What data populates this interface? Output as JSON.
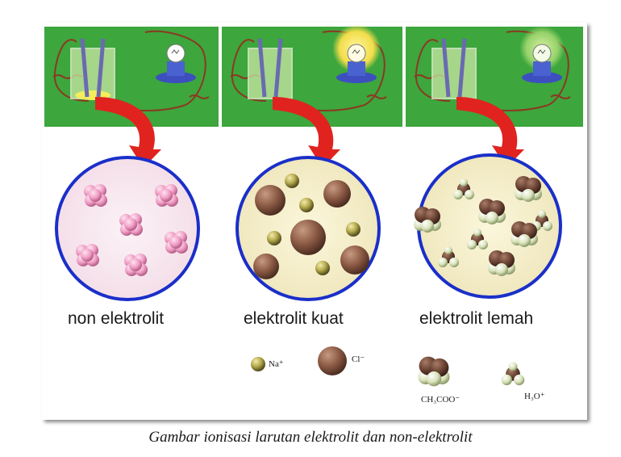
{
  "panels": [
    {
      "label": "non elektrolit",
      "bulb_color": "#3fa23f",
      "glow": false
    },
    {
      "label": "elektrolit kuat",
      "bulb_color": "#f2e25a",
      "glow": true
    },
    {
      "label": "elektrolit lemah",
      "bulb_color": "#8fd36a",
      "glow": true
    }
  ],
  "legend": {
    "na": "Na⁺",
    "cl": "Cl⁻",
    "acetate": "CH₃COO⁻",
    "hydronium": "H₃O⁺"
  },
  "caption": "Gambar ionisasi larutan elektrolit dan non-elektrolit",
  "colors": {
    "panel_green": "#3da63d",
    "arrow_red": "#e0231f",
    "circle_border": "#1a2fc9",
    "molecule_pink": "#f0a3c8",
    "ion_brown": "#8a5a45",
    "ion_olive": "#a9a24a",
    "acetate_light": "#d6e0b2"
  }
}
